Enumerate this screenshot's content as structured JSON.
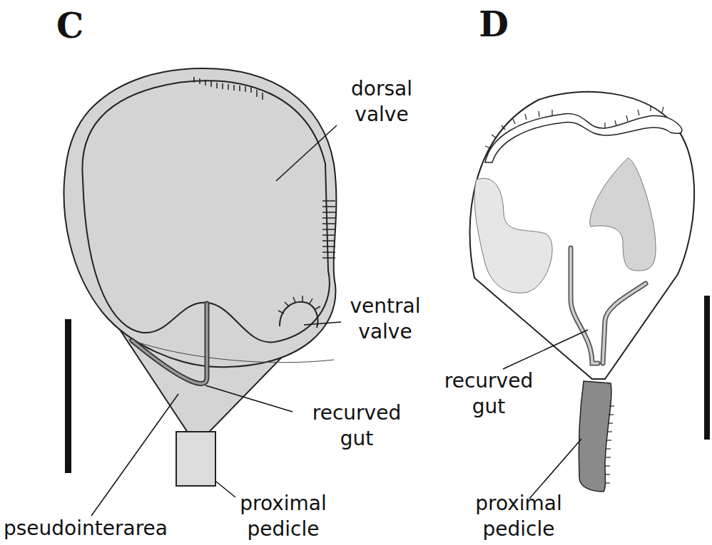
{
  "diagram": {
    "labels": [
      "C",
      "D",
      "dorsal valve",
      "ventral valve",
      "recurved gut",
      "proximal pedicle",
      "pseudointerarea",
      "recurved gut",
      "proximal pedicle"
    ]
  }
}
